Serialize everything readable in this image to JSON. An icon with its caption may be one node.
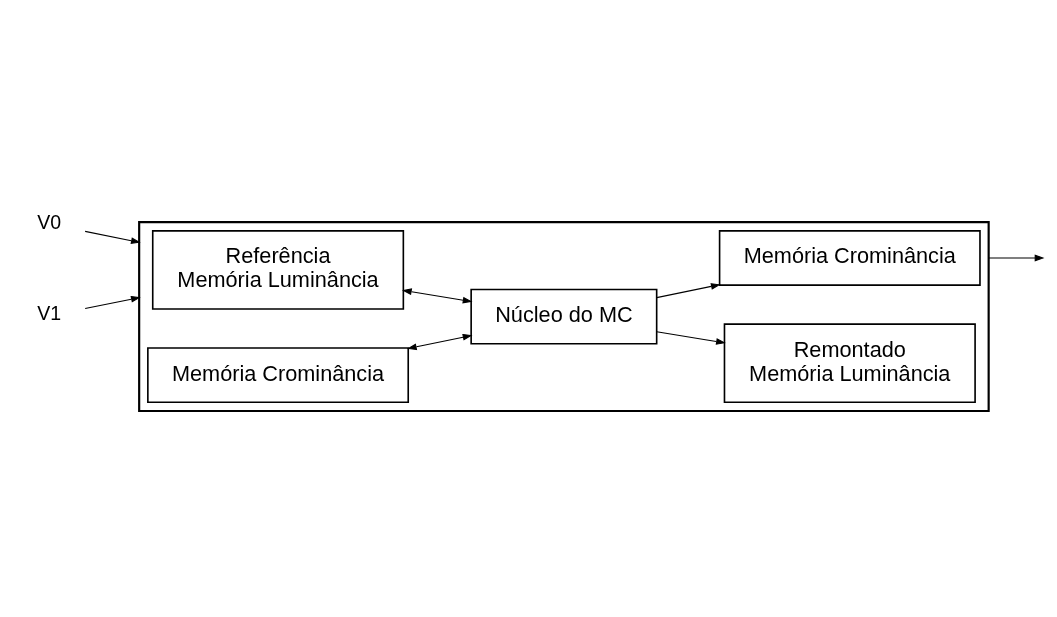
{
  "diagram": {
    "nodes": [
      {
        "text": [
          "V0"
        ]
      },
      {
        "text": [
          "V1"
        ]
      },
      {
        "text": [],
        "shape": "box"
      },
      {
        "text": [
          "Referência",
          "Memória Luminância"
        ],
        "in": 2
      },
      {
        "text": [
          "Memória Crominância"
        ],
        "in": 2
      },
      {
        "text": [
          "Núcleo do MC"
        ],
        "in": 2
      },
      {
        "text": [
          "Remontado",
          "Memória Luminância"
        ],
        "in": 2
      },
      {
        "text": [
          "Memória Crominância"
        ],
        "in": 2
      }
    ],
    "edges": [
      {
        "from": 0,
        "to": 2,
        "arrow": "to"
      },
      {
        "from": 1,
        "to": 2,
        "arrow": "to"
      },
      {
        "from": 3,
        "to": 5,
        "arrow": "both"
      },
      {
        "from": 4,
        "to": 5,
        "arrow": "both"
      },
      {
        "from": 5,
        "to": 6,
        "arrow": "to"
      },
      {
        "from": 5,
        "to": 7,
        "arrow": "to"
      },
      {
        "from": 2,
        "to": null,
        "arrow": "to"
      }
    ]
  }
}
